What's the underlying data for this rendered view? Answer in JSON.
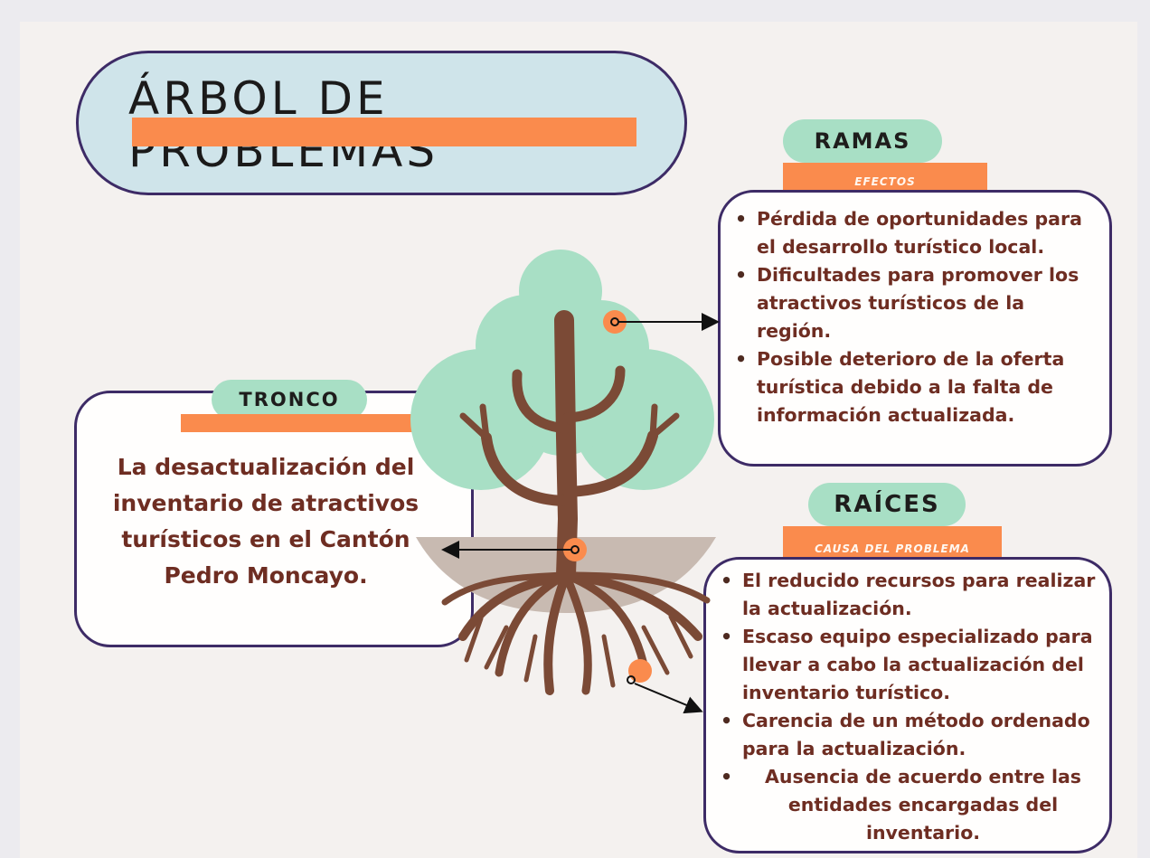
{
  "title": "ÁRBOL DE PROBLEMAS",
  "ramas": {
    "label": "RAMAS",
    "sublabel": "EFECTOS",
    "items": [
      "Pérdida de oportunidades para el desarrollo turístico local.",
      "Dificultades para promover los atractivos turísticos de la región.",
      "Posible deterioro de la oferta turística debido a la falta de información actualizada."
    ]
  },
  "tronco": {
    "label": "TRONCO",
    "text": "La desactualización del inventario de atractivos turísticos en el Cantón Pedro Moncayo."
  },
  "raices": {
    "label": "RAÍCES",
    "sublabel": "CAUSA DEL PROBLEMA",
    "items": [
      "El reducido recursos para realizar la actualización.",
      "Escaso equipo especializado para llevar a cabo la actualización del inventario turístico.",
      "Carencia de un método ordenado para la actualización.",
      "Ausencia de acuerdo entre las entidades encargadas del inventario."
    ]
  },
  "colors": {
    "foliage": "#a8dfc5",
    "trunk": "#7b4a36",
    "accent": "#fa8b4d",
    "title_bg": "#cfe4ea",
    "border": "#3d2b66"
  }
}
